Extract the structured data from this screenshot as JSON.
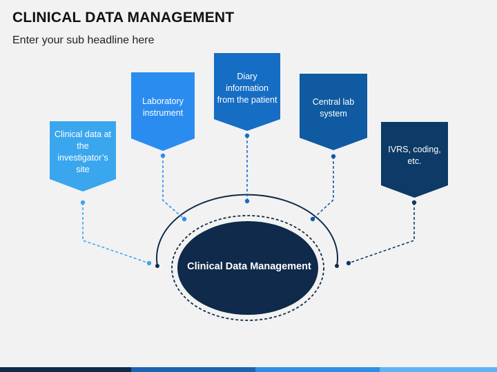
{
  "header": {
    "title": "CLINICAL DATA MANAGEMENT",
    "subtitle": "Enter your sub headline here"
  },
  "center": {
    "label": "Clinical Data Management",
    "color": "#0f2a4a"
  },
  "nodes": [
    {
      "label": "Clinical data at the investigator’s site",
      "color": "#3aa6ee"
    },
    {
      "label": "Laboratory instrument",
      "color": "#2b8cf0"
    },
    {
      "label": "Diary information from the patient",
      "color": "#166dc4"
    },
    {
      "label": "Central lab system",
      "color": "#0f5aa0"
    },
    {
      "label": "IVRS, coding, etc.",
      "color": "#0d3a66"
    }
  ],
  "colors": {
    "dark": "#0f2a4a",
    "footer": [
      "#0f2a4a",
      "#1a64b0",
      "#2f8fe6",
      "#5fb3f0"
    ]
  }
}
